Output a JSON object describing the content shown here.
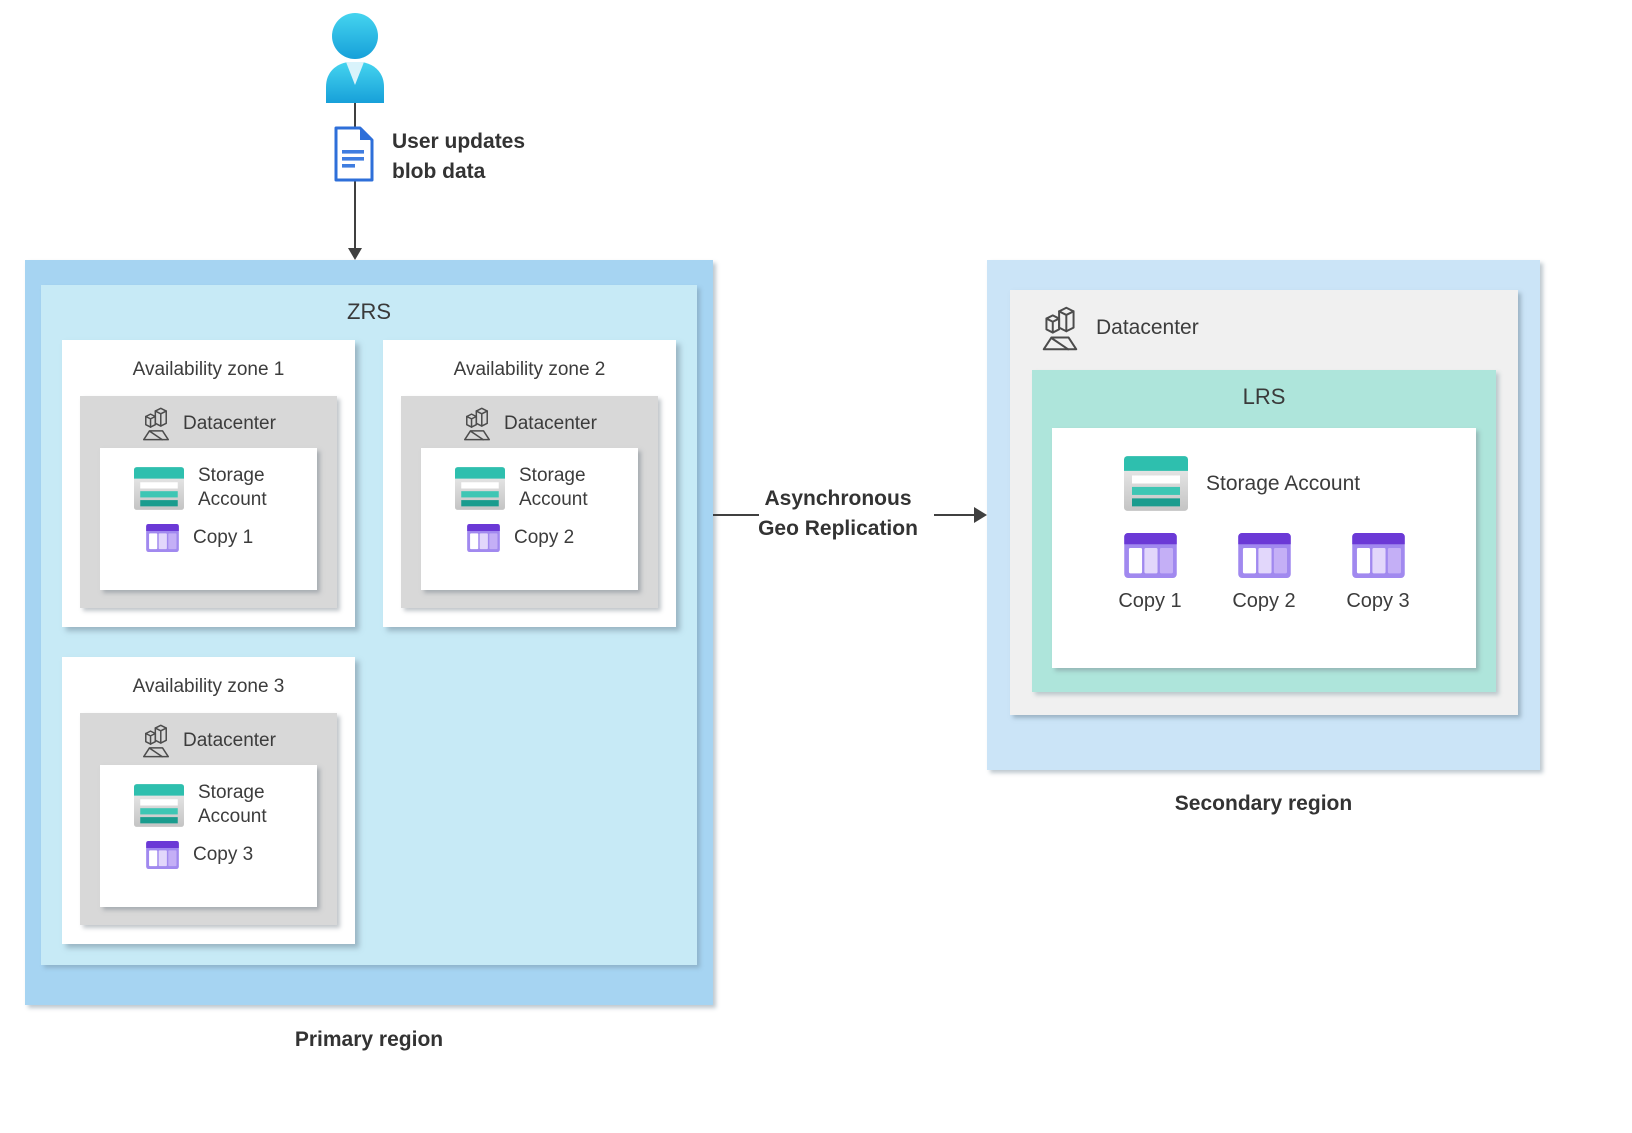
{
  "colors": {
    "primary_region_fill": "#a6d4f2",
    "zrs_fill": "#c7eaf6",
    "secondary_region_fill": "#cbe4f7",
    "lrs_fill": "#aee5db",
    "zone_datacenter_fill": "#d8d8d8",
    "secondary_datacenter_fill": "#f0f0f0",
    "person_cyan": "#29b7e2",
    "document_blue": "#2e6fd9",
    "storage_teal": "#2ebfae",
    "copy_purple": "#6b39d6",
    "arrow": "#404040"
  },
  "flow": {
    "user_action_line1": "User updates",
    "user_action_line2": "blob data"
  },
  "primary": {
    "region_label": "Primary region",
    "group_label": "ZRS",
    "zones": [
      {
        "title": "Availability zone 1",
        "datacenter": "Datacenter",
        "storage": "Storage Account",
        "copy": "Copy 1"
      },
      {
        "title": "Availability zone 2",
        "datacenter": "Datacenter",
        "storage": "Storage Account",
        "copy": "Copy 2"
      },
      {
        "title": "Availability zone 3",
        "datacenter": "Datacenter",
        "storage": "Storage Account",
        "copy": "Copy 3"
      }
    ]
  },
  "replication": {
    "line1": "Asynchronous",
    "line2": "Geo Replication"
  },
  "secondary": {
    "region_label": "Secondary region",
    "datacenter": "Datacenter",
    "group_label": "LRS",
    "storage": "Storage Account",
    "copies": [
      {
        "label": "Copy 1"
      },
      {
        "label": "Copy 2"
      },
      {
        "label": "Copy 3"
      }
    ]
  }
}
